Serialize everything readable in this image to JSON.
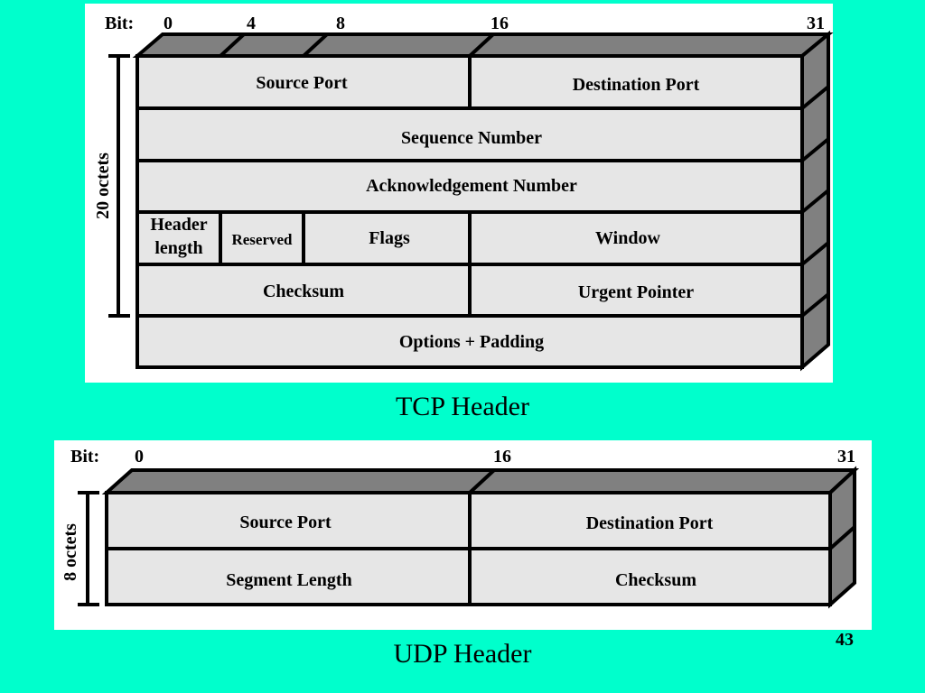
{
  "colors": {
    "background": "#00ffcc",
    "panel": "#ffffff",
    "cell_fill": "#e6e6e6",
    "side_fill": "#808080",
    "line": "#000000"
  },
  "tcp": {
    "bit_prefix": "Bit:",
    "bit_markers": [
      "0",
      "4",
      "8",
      "16",
      "31"
    ],
    "size_label": "20 octets",
    "caption": "TCP Header",
    "rows": [
      [
        "Source Port",
        "Destination Port"
      ],
      [
        "Sequence Number"
      ],
      [
        "Acknowledgement Number"
      ],
      [
        "Header length",
        "Reserved",
        "Flags",
        "Window"
      ],
      [
        "Checksum",
        "Urgent Pointer"
      ],
      [
        "Options + Padding"
      ]
    ]
  },
  "udp": {
    "bit_prefix": "Bit:",
    "bit_markers": [
      "0",
      "16",
      "31"
    ],
    "size_label": "8 octets",
    "caption": "UDP Header",
    "rows": [
      [
        "Source Port",
        "Destination Port"
      ],
      [
        "Segment Length",
        "Checksum"
      ]
    ]
  },
  "page_number": "43"
}
